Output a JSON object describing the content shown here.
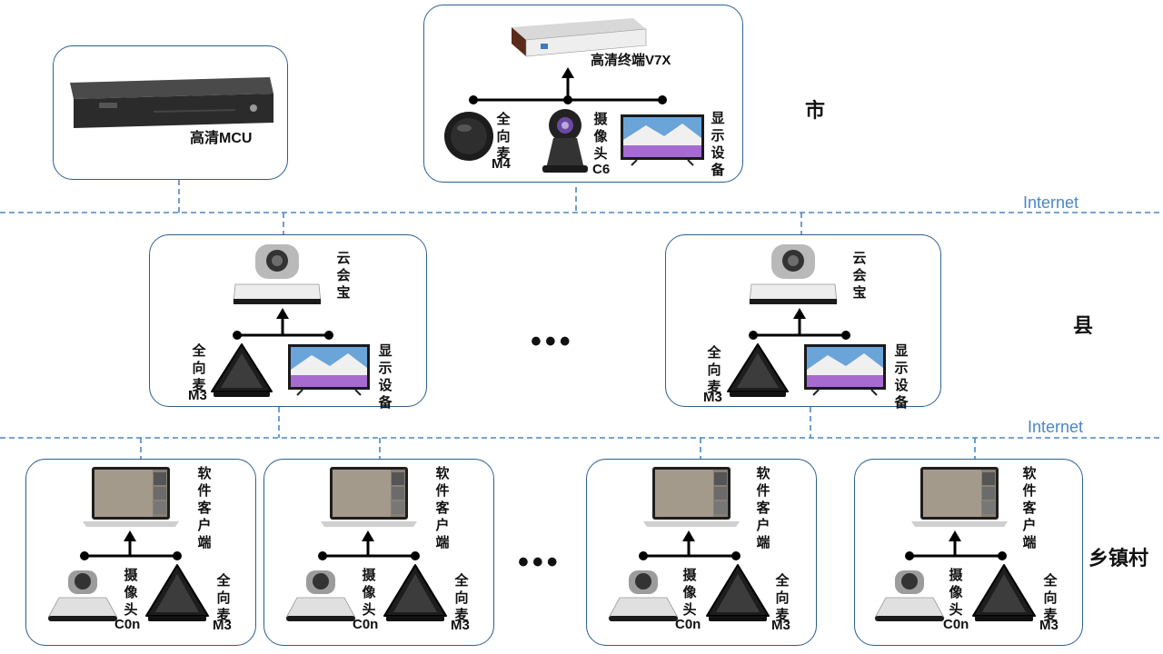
{
  "tiers": {
    "city": "市",
    "county": "县",
    "township": "乡镇村"
  },
  "internet_label": "Internet",
  "ellipsis": "•••",
  "city": {
    "mcu_label": "高清MCU",
    "terminal_label": "高清终端V7X",
    "mic_label": [
      "全",
      "向",
      "麦",
      "M4"
    ],
    "camera_label": [
      "摄",
      "像",
      "头",
      "C6"
    ],
    "display_label": [
      "显",
      "示",
      "设",
      "备"
    ]
  },
  "county": {
    "cloud_label": [
      "云",
      "会",
      "宝"
    ],
    "mic_label": [
      "全",
      "向",
      "麦",
      "M3"
    ],
    "display_label": [
      "显",
      "示",
      "设",
      "备"
    ]
  },
  "township": {
    "client_label": [
      "软",
      "件",
      "客",
      "户",
      "端"
    ],
    "camera_label": [
      "摄",
      "像",
      "头",
      "C0n"
    ],
    "mic_label": [
      "全",
      "向",
      "麦",
      "M3"
    ]
  },
  "colors": {
    "box_border": "#2c5f8d",
    "dashed_line": "#4a87c5",
    "arrow": "#000000"
  }
}
